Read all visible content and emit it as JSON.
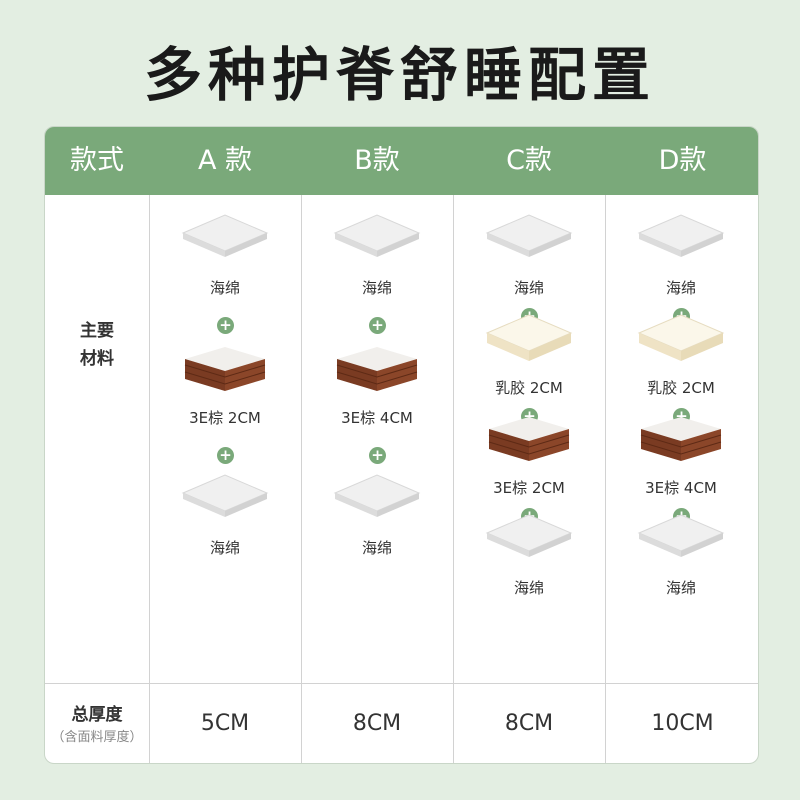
{
  "title": "多种护脊舒睡配置",
  "header": {
    "label_col": "款式",
    "columns": [
      "A 款",
      "B款",
      "C款",
      "D款"
    ]
  },
  "rows": {
    "materials_label_line1": "主要",
    "materials_label_line2": "材料",
    "thickness_label": "总厚度",
    "thickness_note": "（含面料厚度）"
  },
  "columns": [
    {
      "materials": [
        {
          "name": "海绵",
          "icon": "sponge-pad-icon"
        },
        {
          "name": "3E棕 2CM",
          "icon": "coconut-palm-pad-icon"
        },
        {
          "name": "海绵",
          "icon": "sponge-pad-icon"
        }
      ],
      "thickness": "5CM"
    },
    {
      "materials": [
        {
          "name": "海绵",
          "icon": "sponge-pad-icon"
        },
        {
          "name": "3E棕 4CM",
          "icon": "coconut-palm-pad-icon"
        },
        {
          "name": "海绵",
          "icon": "sponge-pad-icon"
        }
      ],
      "thickness": "8CM"
    },
    {
      "materials": [
        {
          "name": "海绵",
          "icon": "sponge-pad-icon"
        },
        {
          "name": "乳胶 2CM",
          "icon": "latex-pad-icon"
        },
        {
          "name": "3E棕 2CM",
          "icon": "coconut-palm-pad-icon"
        },
        {
          "name": "海绵",
          "icon": "sponge-pad-icon"
        }
      ],
      "thickness": "8CM"
    },
    {
      "materials": [
        {
          "name": "海绵",
          "icon": "sponge-pad-icon"
        },
        {
          "name": "乳胶 2CM",
          "icon": "latex-pad-icon"
        },
        {
          "name": "3E棕 4CM",
          "icon": "coconut-palm-pad-icon"
        },
        {
          "name": "海绵",
          "icon": "sponge-pad-icon"
        }
      ],
      "thickness": "10CM"
    }
  ],
  "colors": {
    "background": "#e3eee2",
    "accent": "#7aa97a",
    "palm_brown": "#7a3b22"
  }
}
